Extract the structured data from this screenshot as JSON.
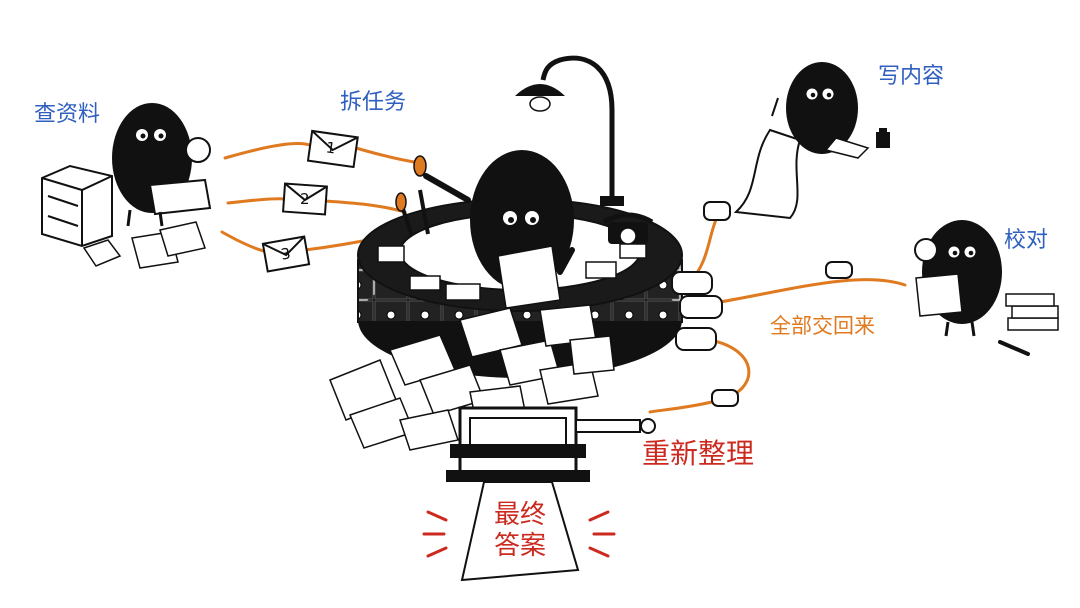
{
  "labels": {
    "research": "查资料",
    "split_tasks": "拆任务",
    "write": "写内容",
    "proofread": "校对",
    "return_all": "全部交回来",
    "reorganize": "重新整理",
    "final_answer_line1": "最终",
    "final_answer_line2": "答案"
  },
  "envelopes": [
    "1",
    "2",
    "3"
  ],
  "colors": {
    "label_blue": "#2f5fbf",
    "pipe_orange": "#e07a20",
    "accent_red": "#cc2a1f",
    "ink": "#111111"
  }
}
